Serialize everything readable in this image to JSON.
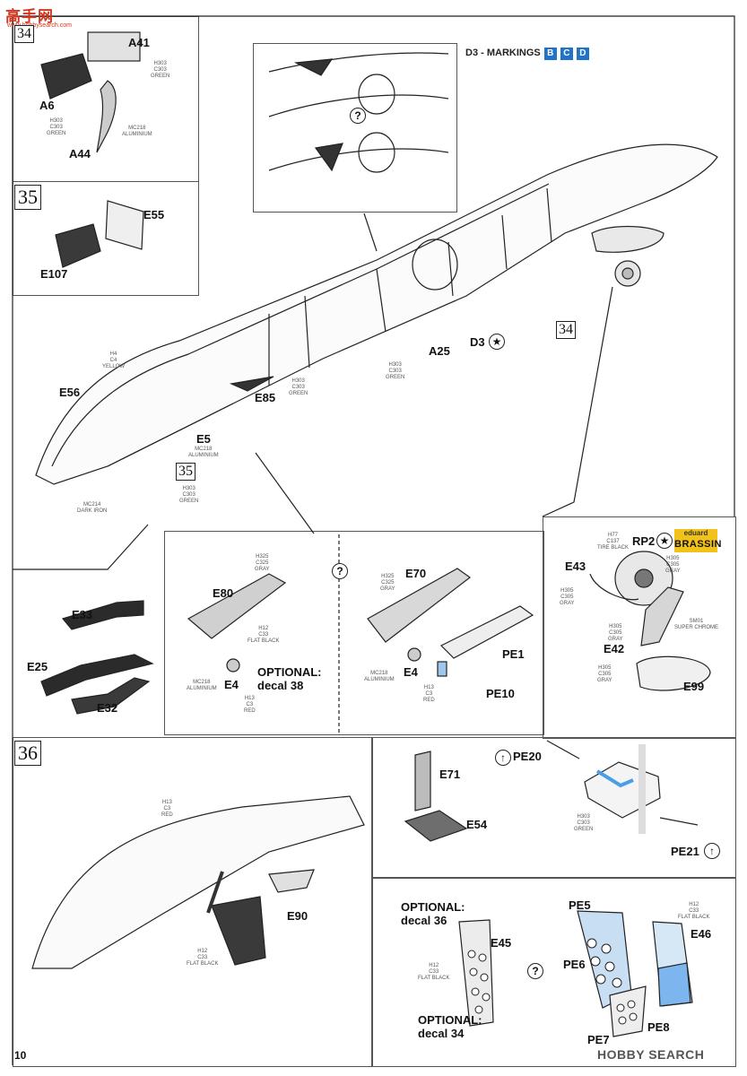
{
  "header": {
    "logo_text": "高手网",
    "logo_sub": "www.hobbysearch.com",
    "markings_title": "D3 - MARKINGS",
    "markings_boxes": [
      "B",
      "C",
      "D"
    ]
  },
  "steps": {
    "s34_top": "34",
    "s35": "35",
    "s35_inline": "35",
    "s34_inline": "34",
    "s36": "36"
  },
  "parts": {
    "A41": "A41",
    "A6": "A6",
    "A44": "A44",
    "E55": "E55",
    "E107": "E107",
    "A25": "A25",
    "D3": "D3",
    "E56": "E56",
    "E85": "E85",
    "E5": "E5",
    "E33": "E33",
    "E25": "E25",
    "E32": "E32",
    "E80": "E80",
    "E4a": "E4",
    "E70": "E70",
    "PE1": "PE1",
    "E4b": "E4",
    "PE10": "PE10",
    "RP2": "RP2",
    "E43": "E43",
    "E42": "E42",
    "E99": "E99",
    "E71": "E71",
    "E54": "E54",
    "PE20": "PE20",
    "PE21": "PE21",
    "E90": "E90",
    "E45": "E45",
    "PE5": "PE5",
    "E46": "E46",
    "PE6": "PE6",
    "PE7": "PE7",
    "PE8": "PE8"
  },
  "paints": {
    "p_green_a41": [
      "H303",
      "C303",
      "GREEN"
    ],
    "p_green_a6": [
      "H303",
      "C303",
      "GREEN"
    ],
    "p_alu_a44": [
      "MC218",
      "ALUMINIUM"
    ],
    "p_yellow": [
      "H4",
      "C4",
      "YELLOW"
    ],
    "p_green_e85": [
      "H303",
      "C303",
      "GREEN"
    ],
    "p_green_a25": [
      "H303",
      "C303",
      "GREEN"
    ],
    "p_alu_e5": [
      "MC218",
      "ALUMINIUM"
    ],
    "p_green_35": [
      "H303",
      "C303",
      "GREEN"
    ],
    "p_darkiron": [
      "MC214",
      "DARK IRON"
    ],
    "p_gray_e80": [
      "H325",
      "C325",
      "GRAY"
    ],
    "p_flatblack_e80": [
      "H12",
      "C33",
      "FLAT BLACK"
    ],
    "p_alu_e4a": [
      "MC218",
      "ALUMINIUM"
    ],
    "p_red_e4a": [
      "H13",
      "C3",
      "RED"
    ],
    "p_gray_e70": [
      "H325",
      "C325",
      "GRAY"
    ],
    "p_alu_e4b": [
      "MC218",
      "ALUMINIUM"
    ],
    "p_red_e4b": [
      "H13",
      "C3",
      "RED"
    ],
    "p_tire": [
      "H77",
      "C137",
      "TIRE BLACK"
    ],
    "p_gray_rp2": [
      "H305",
      "C305",
      "GRAY"
    ],
    "p_gray_e43": [
      "H305",
      "C305",
      "GRAY"
    ],
    "p_gray_e42": [
      "H305",
      "C305",
      "GRAY"
    ],
    "p_chrome": [
      "SM01",
      "SUPER CHROME"
    ],
    "p_gray_e99": [
      "H305",
      "C305",
      "GRAY"
    ],
    "p_red_36": [
      "H13",
      "C3",
      "RED"
    ],
    "p_flatblack_36": [
      "H12",
      "C33",
      "FLAT BLACK"
    ],
    "p_green_pe20": [
      "H303",
      "C303",
      "GREEN"
    ],
    "p_flatblack_e45": [
      "H12",
      "C33",
      "FLAT BLACK"
    ],
    "p_flatblack_e46": [
      "H12",
      "C33",
      "FLAT BLACK"
    ]
  },
  "optional": {
    "opt1_line1": "OPTIONAL:",
    "opt1_line2": "decal 38",
    "opt2_line1": "OPTIONAL:",
    "opt2_line2": "decal 36",
    "opt3_line1": "OPTIONAL:",
    "opt3_line2": "decal 34"
  },
  "symbols": {
    "question": "?",
    "star": "★",
    "arrow": "↑"
  },
  "brassin": {
    "line1": "eduard",
    "line2": "BRASSIN"
  },
  "footer": {
    "page_number": "10",
    "watermark": "HOBBY SEARCH"
  }
}
